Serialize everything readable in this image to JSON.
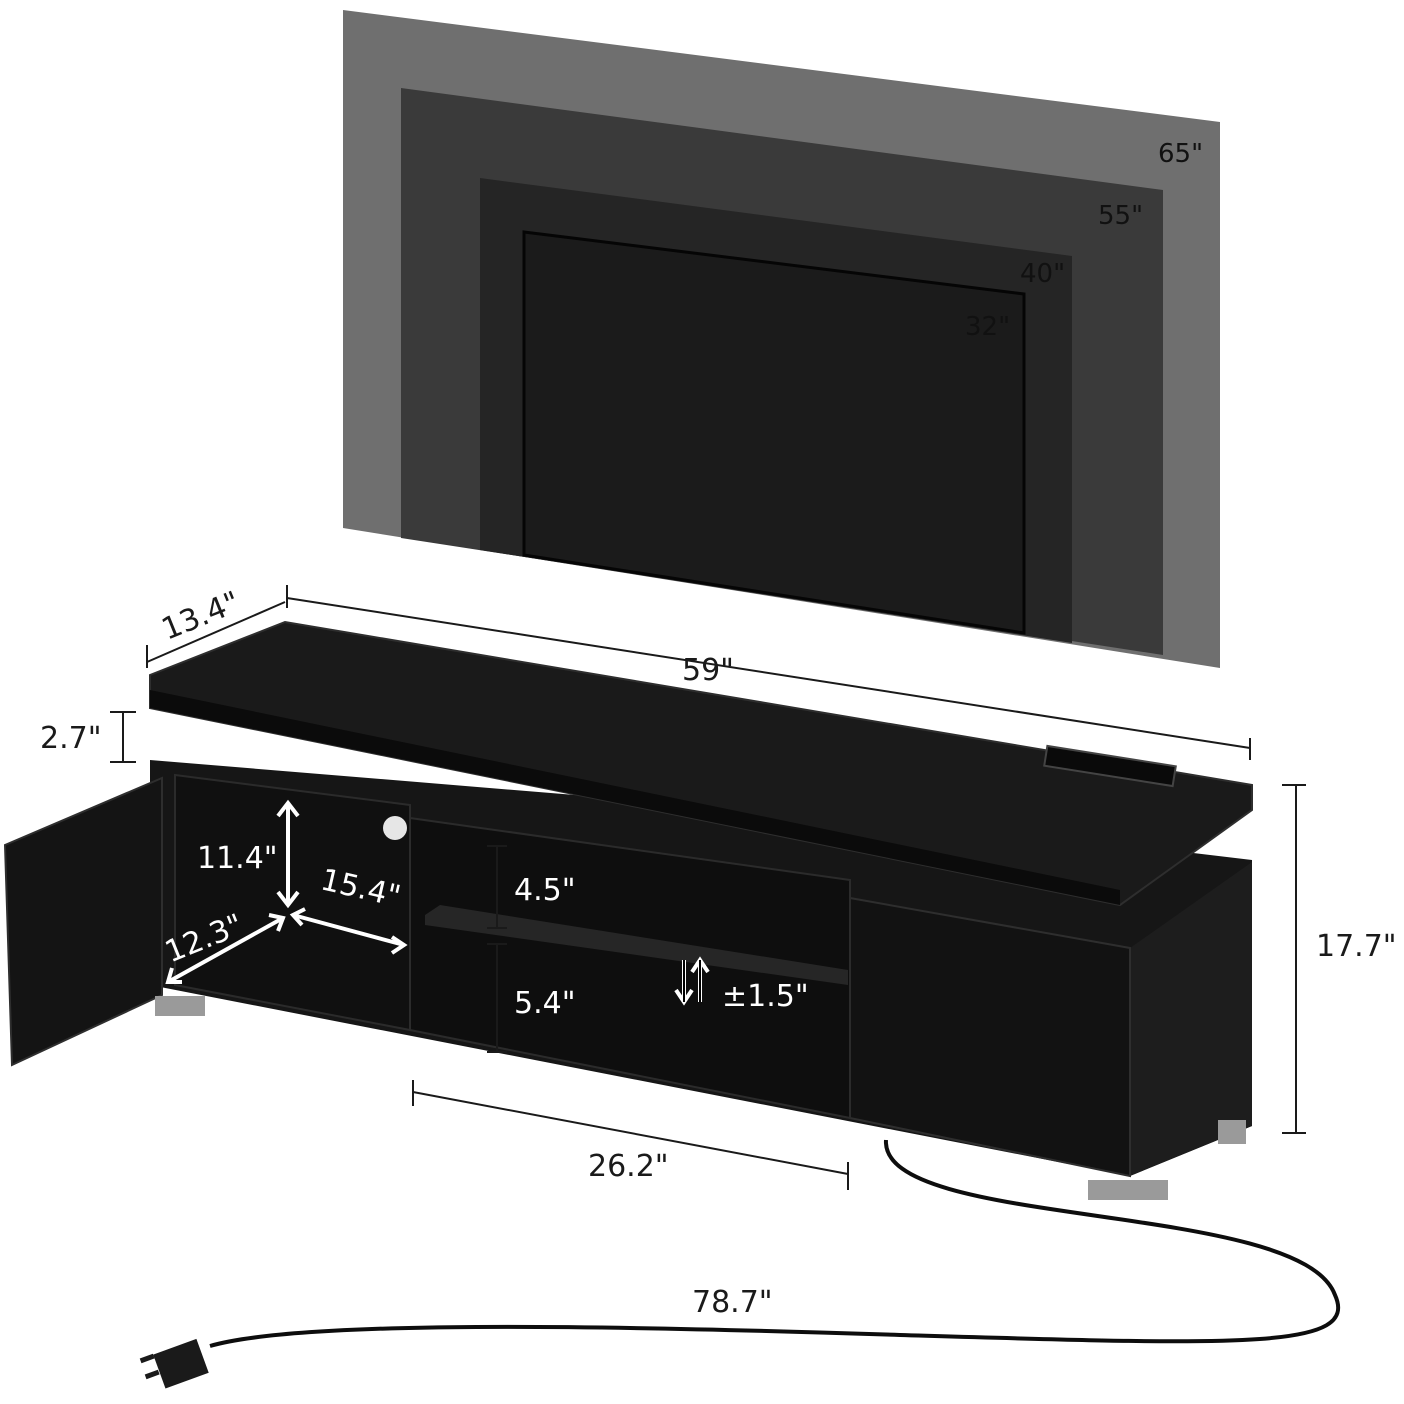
{
  "tv_sizes": [
    {
      "label": "65\"",
      "color": "#6f6f6f"
    },
    {
      "label": "55\"",
      "color": "#3a3a3a"
    },
    {
      "label": "40\"",
      "color": "#252525"
    },
    {
      "label": "32\"",
      "color": "#1b1b1b"
    }
  ],
  "dimensions": {
    "depth": "13.4\"",
    "width": "59\"",
    "top_thickness": "2.7\"",
    "total_height": "17.7\"",
    "cabinet_height": "11.4\"",
    "cabinet_width": "15.4\"",
    "cabinet_depth": "12.3\"",
    "upper_shelf": "4.5\"",
    "lower_shelf": "5.4\"",
    "shelf_adjust": "±1.5\"",
    "open_width": "26.2\"",
    "cord_length": "78.7\""
  },
  "colors": {
    "furniture": "#111111",
    "edge": "#2e2e2e",
    "cord": "#0d0d0d",
    "feet": "#9a9a9a"
  }
}
